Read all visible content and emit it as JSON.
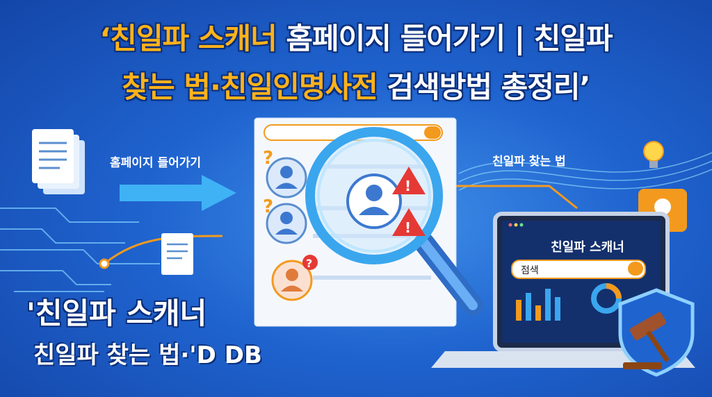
{
  "title": {
    "line1_part1": "‘친일파 스캐너",
    "line1_part2": "홈페이지 들어가기 | 친일파",
    "line2_part1": "찾는 법·친일인명사전",
    "line2_part2": "검색방법 총정리’"
  },
  "labels": {
    "arrow_label": "홈페이지 들어가기",
    "right_label": "친일파 찾는 법"
  },
  "laptop": {
    "title": "친일파 스캐너",
    "search_value": "점색"
  },
  "bottom": {
    "big": "'친일파 스캐너",
    "sub": "친일파 찾는 법·'D DB"
  },
  "icons": [
    "document-icon",
    "arrow-right-icon",
    "magnifier-icon",
    "person-icon",
    "warning-icon",
    "question-icon",
    "lightbulb-icon",
    "shield-icon",
    "gavel-icon",
    "search-icon",
    "laptop-icon"
  ],
  "colors": {
    "accent": "#ffb21a",
    "orange": "#f39a1e",
    "blue": "#1f63cf",
    "warning": "#e53935"
  }
}
